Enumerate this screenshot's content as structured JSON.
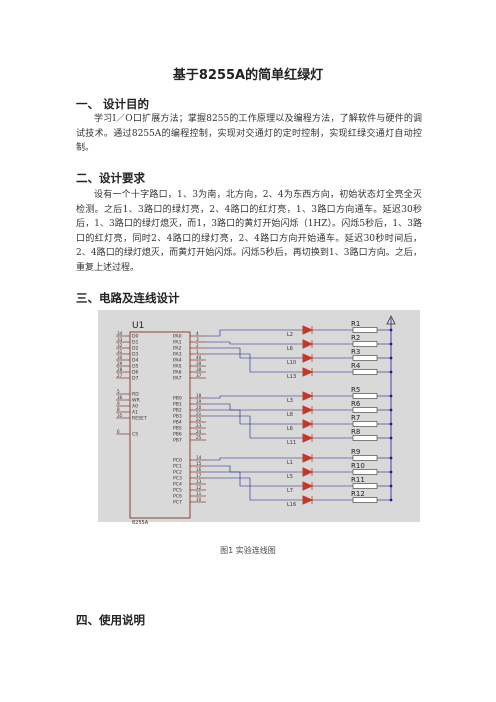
{
  "doc": {
    "title": "基于8255A的简单红绿灯",
    "section1_heading": "一、  设计目的",
    "section1_text": "学习I／O口扩展方法；掌握8255的工作原理以及编程方法，了解软件与硬件的调试技术。通过8255A的编程控制，实现对交通灯的定时控制，实现红绿交通灯自动控制。",
    "section2_heading": "二、设计要求",
    "section2_text": "设有一个十字路口，1、3为南，北方向，2、4为东西方向，初始状态灯全亮全灭检测。之后1、3路口的绿灯亮，2、4路口的红灯亮，1、3路口方向通车。延迟30秒后，1、3路口的绿灯熄灭，而1，3路口的黄灯开始闪烁（1HZ）。闪烁5秒后，1、3路口的红灯亮，同时2、4路口的绿灯亮，2、4路口方向开始通车。延迟30秒时间后，2、4路口的绿灯熄灭，而黄灯开始闪烁。闪烁5秒后，再切换到1、3路口方向。之后，重复上述过程。",
    "section3_heading": "三、电路及连线设计",
    "figure_caption": "图1   实验连线图",
    "section4_heading": "四、使用说明"
  },
  "circuit": {
    "chip_ref": "U1",
    "chip_part": "8255A",
    "left_pins": [
      {
        "num": "34",
        "name": "D0"
      },
      {
        "num": "33",
        "name": "D1"
      },
      {
        "num": "32",
        "name": "D2"
      },
      {
        "num": "31",
        "name": "D3"
      },
      {
        "num": "30",
        "name": "D4"
      },
      {
        "num": "29",
        "name": "D5"
      },
      {
        "num": "28",
        "name": "D6"
      },
      {
        "num": "27",
        "name": "D7"
      },
      {
        "num": "5",
        "name": "RD"
      },
      {
        "num": "36",
        "name": "WR"
      },
      {
        "num": "9",
        "name": "A0"
      },
      {
        "num": "8",
        "name": "A1"
      },
      {
        "num": "35",
        "name": "RESET"
      },
      {
        "num": "6",
        "name": "CS"
      }
    ],
    "right_pins": [
      {
        "num": "4",
        "name": "PA0"
      },
      {
        "num": "3",
        "name": "PA1"
      },
      {
        "num": "2",
        "name": "PA2"
      },
      {
        "num": "1",
        "name": "PA3"
      },
      {
        "num": "40",
        "name": "PA4"
      },
      {
        "num": "39",
        "name": "PA5"
      },
      {
        "num": "38",
        "name": "PA6"
      },
      {
        "num": "37",
        "name": "PA7"
      },
      {
        "num": "18",
        "name": "PB0"
      },
      {
        "num": "19",
        "name": "PB1"
      },
      {
        "num": "20",
        "name": "PB2"
      },
      {
        "num": "21",
        "name": "PB3"
      },
      {
        "num": "22",
        "name": "PB4"
      },
      {
        "num": "23",
        "name": "PB5"
      },
      {
        "num": "24",
        "name": "PB6"
      },
      {
        "num": "25",
        "name": "PB7"
      },
      {
        "num": "14",
        "name": "PC0"
      },
      {
        "num": "15",
        "name": "PC1"
      },
      {
        "num": "16",
        "name": "PC2"
      },
      {
        "num": "17",
        "name": "PC3"
      },
      {
        "num": "13",
        "name": "PC4"
      },
      {
        "num": "12",
        "name": "PC5"
      },
      {
        "num": "11",
        "name": "PC6"
      },
      {
        "num": "10",
        "name": "PC7"
      }
    ],
    "leds": [
      "L2",
      "L6",
      "L10",
      "L13",
      "L3",
      "L8",
      "L6",
      "L11",
      "L1",
      "L5",
      "L7",
      "L16"
    ],
    "resistors": [
      "R1",
      "R2",
      "R3",
      "R4",
      "R5",
      "R6",
      "R7",
      "R8",
      "R9",
      "R10",
      "R11",
      "R12"
    ],
    "colors": {
      "led": "#c0392b",
      "wire": "#1f1f8a",
      "chip": "#7a1a1a",
      "bg": "#d9d9d9"
    }
  }
}
